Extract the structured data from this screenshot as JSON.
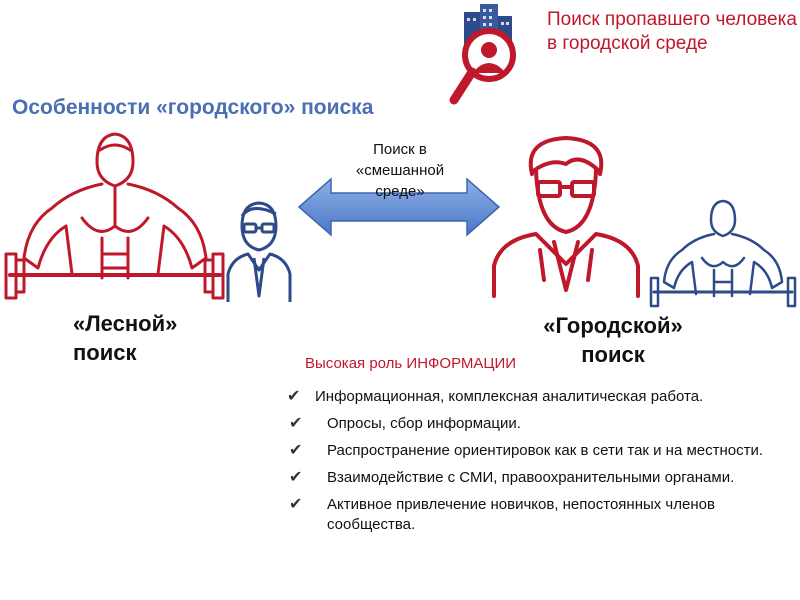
{
  "slide": {
    "main_title": "Особенности «городского» поиска",
    "corner_title": "Поиск пропавшего человека в городской среде",
    "mixed_search": "Поиск в «смешанной среде»",
    "forest_search": "«Лесной» поиск",
    "city_search": "«Городской» поиск",
    "role_label": "Высокая роль ИНФОРМАЦИИ",
    "points": [
      "Информационная, комплексная аналитическая работа.",
      "Опросы, сбор информации.",
      "Распространение ориентировок как в сети так и на местности.",
      "Взаимодействие с СМИ, правоохранительными органами.",
      "Активное привлечение новичков, непостоянных членов сообщества."
    ]
  },
  "icons": {
    "check": "✔"
  },
  "colors": {
    "red": "#c0182b",
    "blue": "#2d4a8a",
    "title_blue": "#4a6fb4"
  }
}
